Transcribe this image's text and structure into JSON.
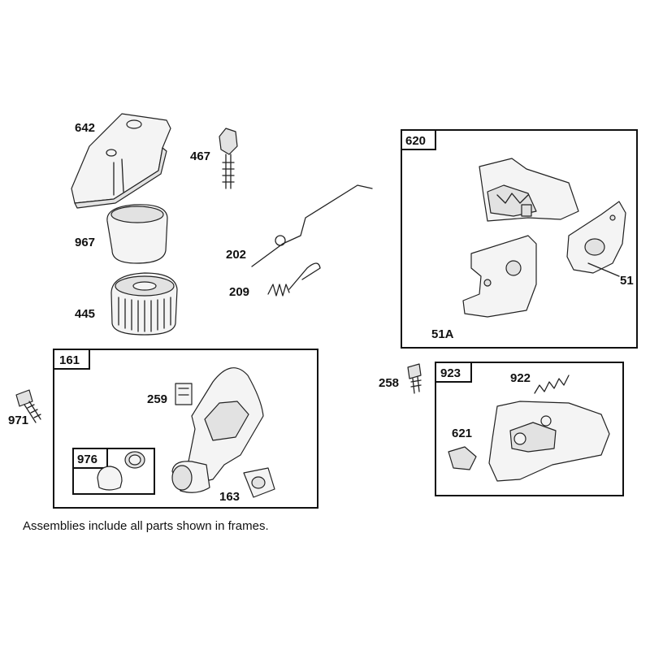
{
  "labels": {
    "p642": "642",
    "p467": "467",
    "p967": "967",
    "p202": "202",
    "p209": "209",
    "p445": "445",
    "p620": "620",
    "p51": "51",
    "p51a": "51A",
    "p161": "161",
    "p259": "259",
    "p971": "971",
    "p976": "976",
    "p163": "163",
    "p258": "258",
    "p923": "923",
    "p922": "922",
    "p621": "621"
  },
  "footnote": "Assemblies include all parts shown in frames."
}
